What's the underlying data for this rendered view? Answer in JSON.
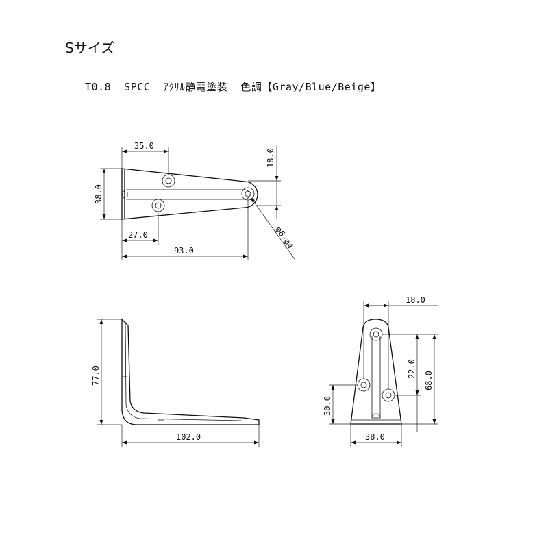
{
  "header": {
    "title": "Sサイズ",
    "spec": "T0.8  SPCC  ｱｸﾘﾙ静電塗装  色調【Gray/Blue/Beige】"
  },
  "dimensions": {
    "top_view": {
      "width_35": "35.0",
      "height_18": "18.0",
      "height_38": "38.0",
      "width_27": "27.0",
      "length_93": "93.0",
      "hole": "φ6-φ4"
    },
    "side_view": {
      "height_77": "77.0",
      "length_102": "102.0"
    },
    "front_view": {
      "width_18": "18.0",
      "height_22": "22.0",
      "height_68": "68.0",
      "height_30": "30.0",
      "width_38": "38.0"
    }
  }
}
